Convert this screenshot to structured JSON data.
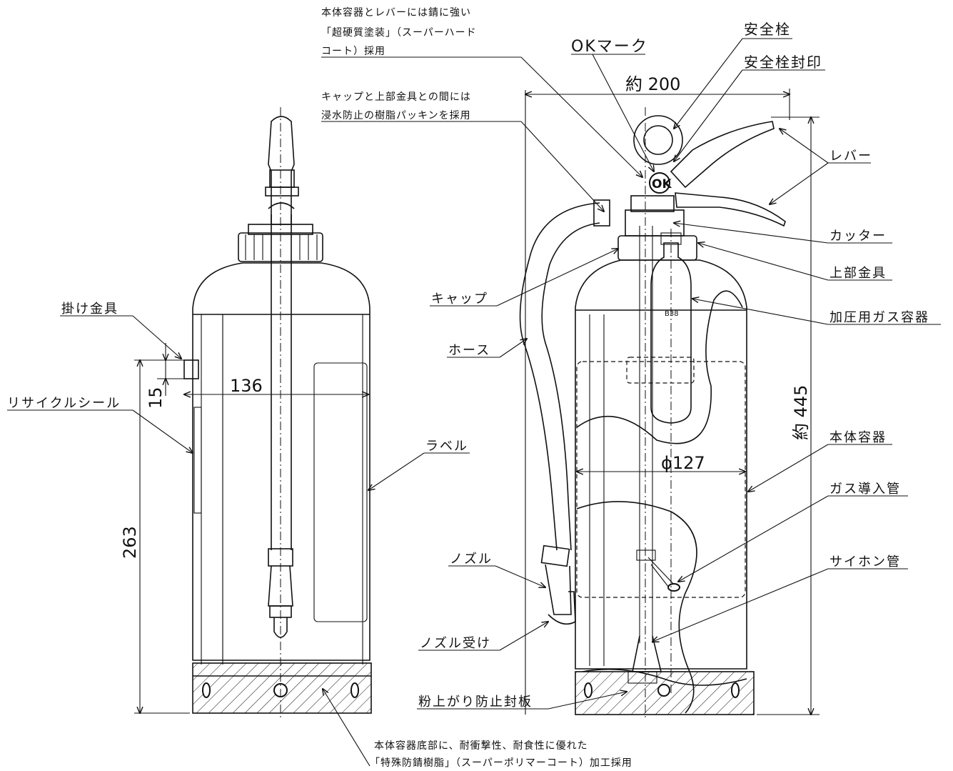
{
  "notes": {
    "coating_1": "本体容器とレバーには錆に強い",
    "coating_2": "「超硬質塗装」（スーパーハード",
    "coating_3": "コート）採用",
    "packing_1": "キャップと上部金具との間には",
    "packing_2": "浸水防止の樹脂パッキンを採用",
    "bottom_1": "本体容器底部に、耐衝撃性、耐食性に優れた",
    "bottom_2": "「特殊防錆樹脂」（スーパーポリマーコート）加工採用"
  },
  "labels": {
    "ok_mark": "OKマーク",
    "safety_pin": "安全栓",
    "safety_pin_seal": "安全栓封印",
    "lever": "レバー",
    "cutter": "カッター",
    "upper_fitting": "上部金具",
    "gas_container": "加圧用ガス容器",
    "body_container": "本体容器",
    "gas_inlet_pipe": "ガス導入管",
    "siphon_pipe": "サイホン管",
    "cap": "キャップ",
    "hose": "ホース",
    "nozzle": "ノズル",
    "nozzle_holder": "ノズル受け",
    "powder_seal": "粉上がり防止封板",
    "hanging_bracket": "掛け金具",
    "recycle_seal": "リサイクルシール",
    "label": "ラベル",
    "ok_badge": "OK",
    "cylinder_code": "B38"
  },
  "dimensions": {
    "width": "約 200",
    "height": "約 445",
    "diameter": "ϕ127",
    "hook_offset": "15",
    "hook_depth": "136",
    "hook_height": "263"
  }
}
